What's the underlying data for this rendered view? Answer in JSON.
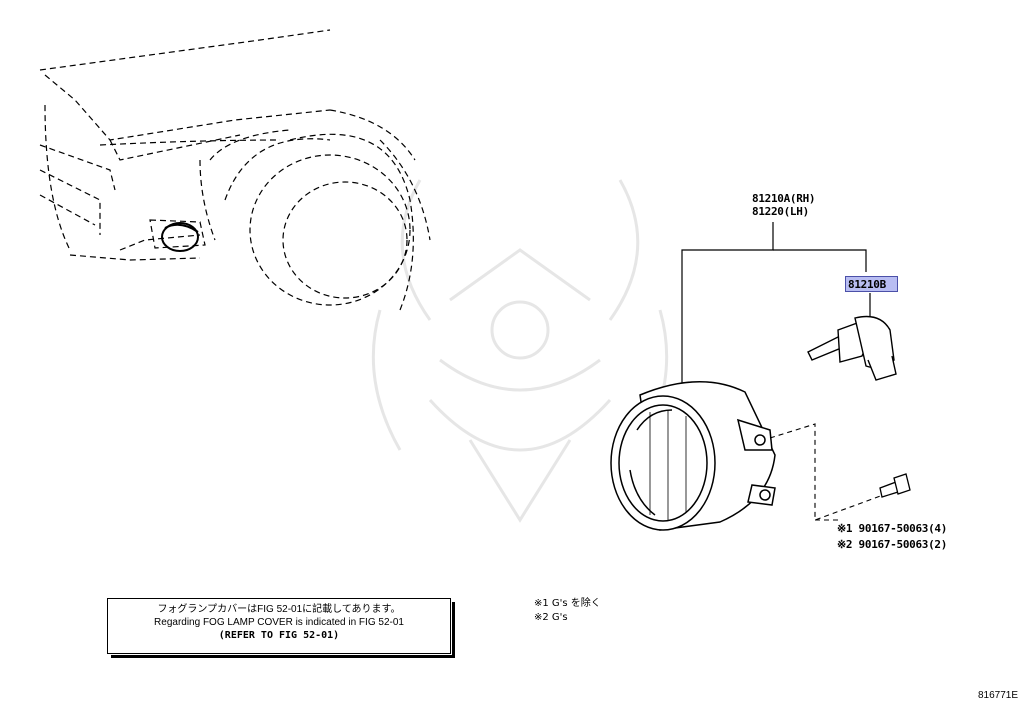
{
  "labels": {
    "assembly_rh": "81210A(RH)",
    "assembly_lh": "81220(LH)",
    "bulb_part": "81210B",
    "bolt_line1": "※1 90167-50063(4)",
    "bolt_line2": "※2 90167-50063(2)"
  },
  "note": {
    "line1": "フォグランプカバーはFIG 52-01に記載してあります。",
    "line2": "Regarding FOG LAMP COVER is indicated in FIG 52-01",
    "line3": "(REFER TO FIG 52-01)"
  },
  "footnotes": {
    "fn1": "※1 G's を除く",
    "fn2": "※2 G's"
  },
  "diagram_id": "816771E"
}
